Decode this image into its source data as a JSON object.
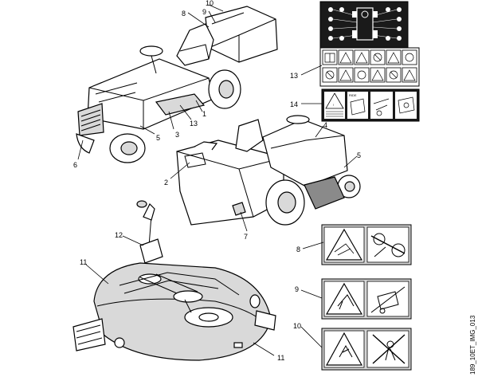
{
  "callouts": {
    "c1": "1",
    "c2": "2",
    "c3": "3",
    "c4": "4",
    "c5a": "5",
    "c5b": "5",
    "c6": "6",
    "c7": "7",
    "c8a": "8",
    "c8b": "8",
    "c9a": "9",
    "c9b": "9",
    "c10a": "10",
    "c10b": "10",
    "c11a": "11",
    "c11b": "11",
    "c12": "12",
    "c13a": "13",
    "c13b": "13",
    "c14": "14"
  },
  "figure_id": "189_10ET_IMG_013",
  "decals": {
    "decal14_heading": "!",
    "decal14_brand": "RIDE"
  }
}
